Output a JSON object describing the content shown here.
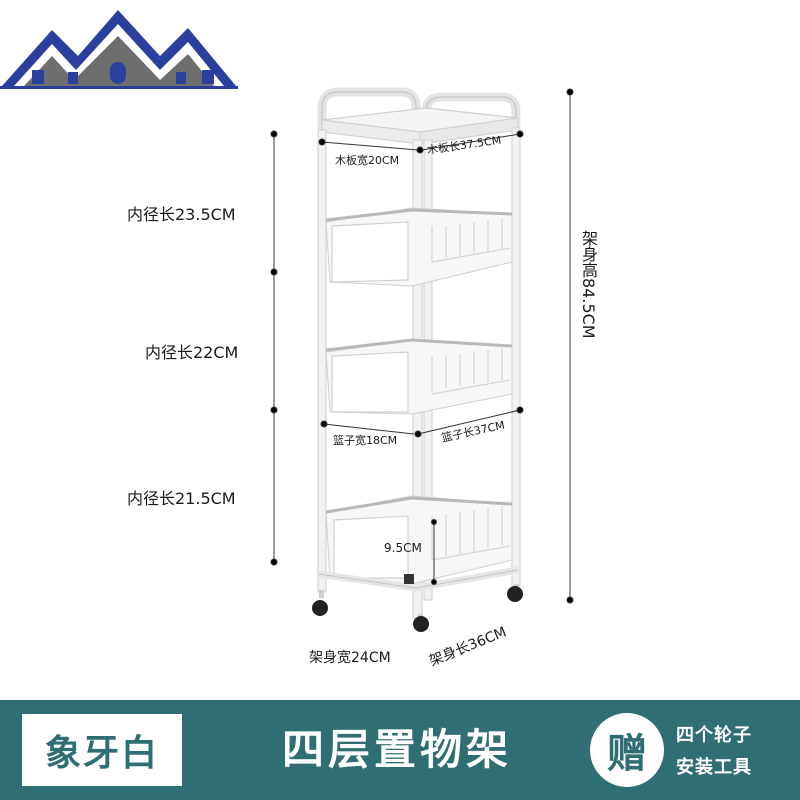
{
  "labels": {
    "board_width": "木板宽20CM",
    "board_length": "木板长37.5CM",
    "inner_length_top": "内径长23.5CM",
    "inner_length_mid": "内径长22CM",
    "inner_length_bottom": "内径长21.5CM",
    "basket_width": "篮子宽18CM",
    "basket_length": "篮子长37CM",
    "basket_depth": "9.5CM",
    "frame_height": "架身高84.5CM",
    "frame_width": "架身宽24CM",
    "frame_length": "架身长36CM"
  },
  "footer": {
    "color_name": "象牙白",
    "product_name": "四层置物架",
    "gift_char": "赠",
    "gift_items": [
      "四个轮子",
      "安装工具"
    ]
  },
  "colors": {
    "banner": "#2f6e72",
    "logo_blue": "#2a3f9e",
    "logo_gray": "#6e6e6e"
  },
  "logo": {
    "icon": "house-roof-logo"
  }
}
